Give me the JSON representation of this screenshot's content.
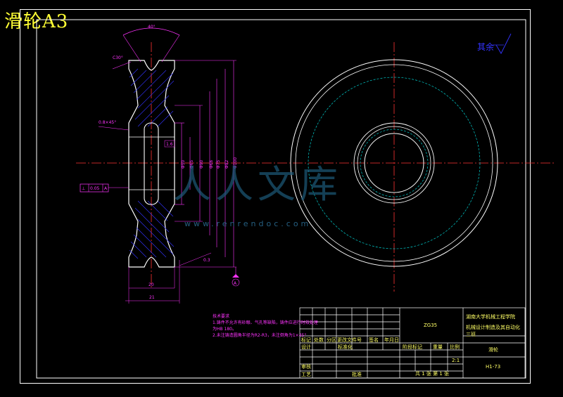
{
  "header": {
    "title": "滑轮A3"
  },
  "drawing": {
    "angle_top": "40°",
    "chamfer_label": "C30°",
    "chamfer2": "0.8×45°",
    "runout_label": "0.05",
    "datum_letter": "A",
    "hole_dim": "1.6",
    "width_dim_1": "20",
    "width_dim_2": "21",
    "groove_dim": "0.3",
    "dia_labels": [
      "Φ50",
      "Φ65",
      "Φ90",
      "Φ66",
      "Φ75",
      "Φ92",
      "Φ100"
    ]
  },
  "roughness": {
    "label": "其余"
  },
  "notes": {
    "heading": "技术要求",
    "line1": "1.铸件不允许有砂眼、气孔等缺陷，铸件应进行时效处理",
    "line2": "为HB 180。",
    "line3": "2.未注铸造圆角半径为R2-R3，未注倒角为1×45°"
  },
  "title_block": {
    "material": "ZG35",
    "school": "湖南大学机械工程学院",
    "major": "机械设计制造及其自动化",
    "class": "三班",
    "part_name": "滑轮",
    "drawing_no": "H1-73",
    "scale": "2:1",
    "sheet_info": "共 1 张 第 1 张",
    "row_labels": [
      "标记",
      "处数",
      "分区",
      "更改文件号",
      "签名",
      "年月日"
    ],
    "designer": "设计",
    "standard": "标准化",
    "stage_mark": "阶段标记",
    "weight": "重量",
    "scale_label": "比例",
    "reviewer": "审核",
    "process": "工艺",
    "approve": "批准"
  },
  "watermark": {
    "text": "www.renrendoc.com",
    "logo": "人人文库"
  },
  "colors": {
    "frame": "#ffffff",
    "dimension": "#ff33ff",
    "centerline": "#ff3333",
    "title": "#ffff33",
    "hidden": "#00cccc",
    "hatch": "#3333ff",
    "outline": "#ffffff"
  }
}
